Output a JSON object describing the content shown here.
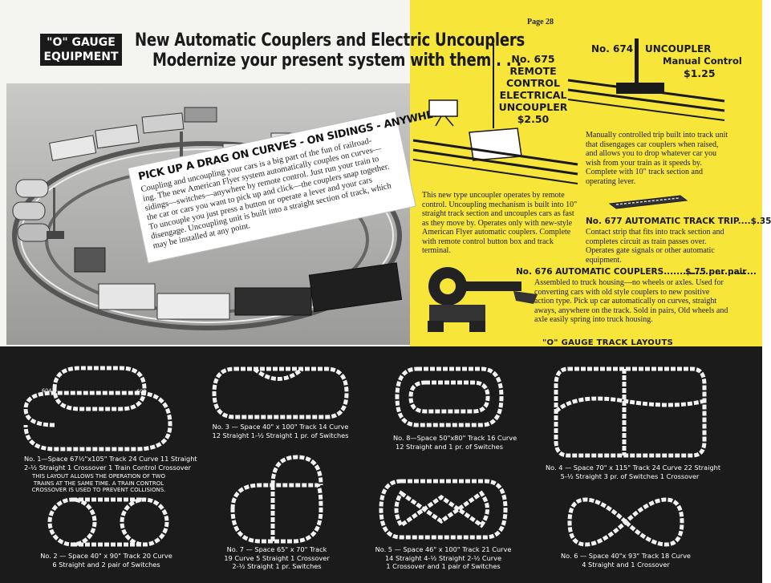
{
  "header": {
    "badge_line1": "\"O\" GAUGE",
    "badge_line2": "EQUIPMENT",
    "title": "New Automatic Couplers and Electric Uncouplers",
    "subtitle": "Modernize your present system with them . . ."
  },
  "callout": {
    "title": "PICK UP A DRAG ON CURVES - ON SIDINGS - ANYWHERE",
    "lines": [
      "Coupling and uncoupling your cars is a big part of the fun of railroad-",
      "ing. The new American Flyer system automatically couples on curves—",
      "sidings—switches—anywhere by remote control. Just run your train to",
      "the car or cars you want to pick up and click—the couplers snap together.",
      "To uncouple you just press a button or operate a lever and your cars",
      "disengage. Uncoupling unit is built into a straight section of track, which",
      "may be installed at any point."
    ]
  },
  "page_number": "Page 28",
  "products": {
    "p675": {
      "lines": [
        "No. 675",
        "REMOTE",
        "CONTROL",
        "ELECTRICAL",
        "UNCOUPLER"
      ],
      "price": "$2.50",
      "description": "This new type uncoupler operates by remote control. Uncoupling mechanism is built into 10\" straight track section and uncouples cars as fast as they move by. Operates only with new-style American Flyer automatic couplers. Complete with remote control button box and track terminal."
    },
    "p674": {
      "number": "No. 674",
      "name": "UNCOUPLER",
      "subtitle": "Manual Control",
      "price": "$1.25",
      "description": "Manually controlled trip built into track unit that disengages car couplers when raised, and allows you to drop whatever car you wish from your train as it speeds by. Complete with 10\" track section and operating lever."
    },
    "p677": {
      "heading": "No. 677 AUTOMATIC TRACK TRIP....$.35",
      "description": "Contact strip that fits into track section and completes circuit as train passes over. Operates gate signals or other automatic equipment."
    },
    "p676": {
      "heading": "No. 676 AUTOMATIC COUPLERS.............................",
      "price": "$.75 per pair",
      "description": "Assembled to truck housing—no wheels or axles. Used for converting cars with old style couplers to new positive action type. Pick up car automatically on curves, straight aways, anywhere on the track. Sold in pairs, Old wheels and axle easily spring into truck housing."
    }
  },
  "layouts_title": "\"O\" GAUGE TRACK LAYOUTS",
  "layouts": {
    "no1": {
      "line1": "No. 1—Space 67½\"x105\" Track 24 Curve 11 Straight",
      "line2": "2-½ Straight 1 Crossover 1 Train Control Crossover",
      "note1": "THIS LAYOUT ALLOWS THE OPERATION OF TWO",
      "note2": "TRAINS AT THE SAME TIME. A TRAIN CONTROL",
      "note3": "CROSSOVER IS USED TO PREVENT COLLISIONS.",
      "label_a": "604",
      "label_b": "602"
    },
    "no2": {
      "line1": "No. 2 — Space 40\" x 90\"  Track 20 Curve",
      "line2": "6 Straight and 2 pair of Switches"
    },
    "no3": {
      "line1": "No. 3 — Space 40\" x 100\"  Track 14 Curve",
      "line2": "12 Straight 1-½ Straight 1 pr. of Switches"
    },
    "no4": {
      "line1": "No. 4 — Space 70\" x 115\"  Track 24 Curve 22 Straight",
      "line2": "5-½ Straight 3 pr. of Switches 1 Crossover"
    },
    "no5": {
      "line1": "No. 5 — Space 46\" x 100\"  Track 21 Curve",
      "line2": "14 Straight 4-½ Straight 2-½ Curve",
      "line3": "1 Crossover and 1 pair of Switches"
    },
    "no6": {
      "line1": "No. 6 — Space 40\"x 93\"  Track 18 Curve",
      "line2": "4 Straight and 1 Crossover"
    },
    "no7": {
      "line1": "No. 7 — Space 65\" x 70\" Track",
      "line2": "19 Curve 5 Straight 1 Crossover",
      "line3": "2-½ Straight 1 pr. Switches"
    },
    "no8": {
      "line1": "No. 8—Space 50\"x80\" Track 16 Curve",
      "line2": "12 Straight and 1 pr. of Switches"
    }
  }
}
